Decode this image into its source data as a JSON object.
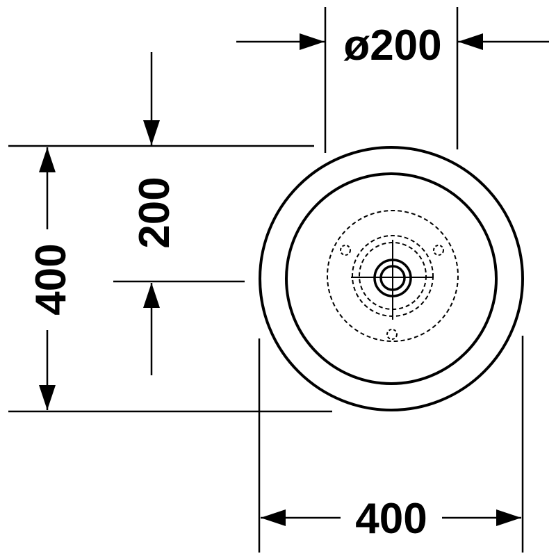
{
  "drawing": {
    "line_color": "#000000",
    "background_color": "#ffffff",
    "dimensions": {
      "top_diameter": "ø200",
      "inner_height": "200",
      "overall_height": "400",
      "overall_width": "400"
    }
  }
}
